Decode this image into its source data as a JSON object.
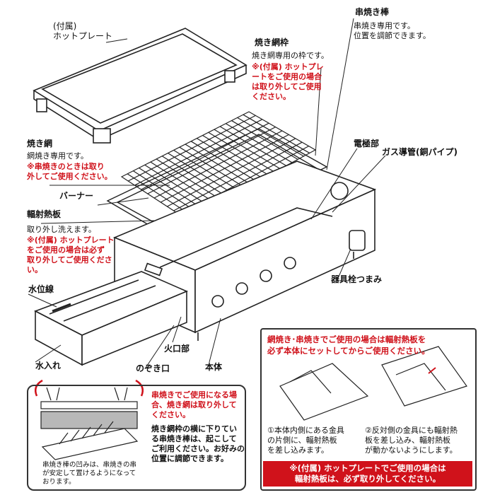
{
  "labels": {
    "hotplate": "(付属)\nホットプレート",
    "net_frame_title": "焼き網枠",
    "net_frame_desc": "焼き網専用の枠です。",
    "net_frame_note": "※(付属) ホットプレ\nートをご使用の場合\nは取り外してご使用\nください。",
    "skewer_title": "串焼き棒",
    "skewer_desc": "串焼き専用です。\n位置を調節できます。",
    "net_title": "焼き網",
    "net_desc": "網焼き専用です。",
    "net_note": "※串焼きのときは取り\n外してご使用ください。",
    "electrode": "電極部",
    "gas_pipe": "ガス導管(銅パイプ)",
    "burner": "バーナー",
    "radiant_title": "輻射熱板",
    "radiant_desc": "取り外し洗えます。",
    "radiant_note": "※(付属) ホットプレート\nをご使用の場合は必ず\n取り外してご使用くださ\nい。",
    "valve_knob": "器具栓つまみ",
    "water_line": "水位線",
    "fire_port": "火口部",
    "water_tray": "水入れ",
    "peephole": "のぞき口",
    "body": "本体"
  },
  "bottom_left": {
    "red_note": "串焼きでご使用になる場\n合、焼き網は取り外して\nください。",
    "desc": "焼き網枠の横に下りてい\nる串焼き棒は、起こして\nご利用ください。お好みの\n位置に調節できます。",
    "small_note": "串焼き棒の凹みは、串焼きの串\nが安定して置けるようになって\nおります。"
  },
  "bottom_right": {
    "header": "網焼き･串焼きでご使用の場合は輻射熱板を\n必ず本体にセットしてからご使用ください。",
    "step1": "①本体内側にある金具\nの片側に、輻射熱板\nを差し込みます。",
    "step2": "②反対側の金具にも輻射熱\n板を差し込み、輻射熱板\nが動かないようにします。",
    "footer": "※(付属) ホットプレートでご使用の場合は\n輻射熱板は、必ず取り外してください。"
  },
  "colors": {
    "accent_red": "#d0121b",
    "line": "#222222",
    "tray_gray": "#b8b8b8"
  }
}
